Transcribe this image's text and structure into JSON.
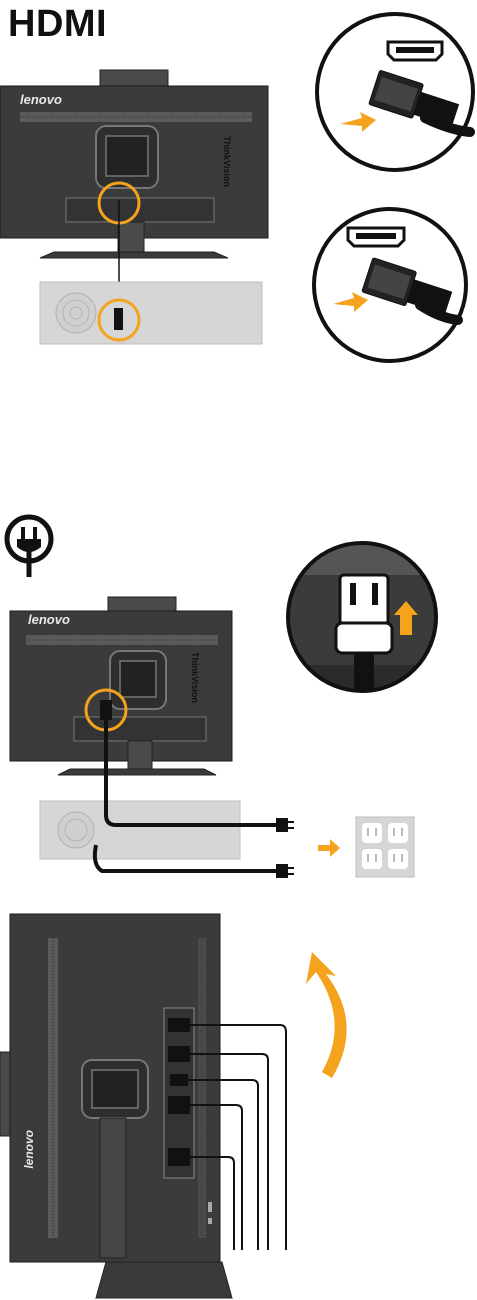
{
  "hdmi": {
    "title": "HDMI"
  },
  "monitor": {
    "brand": "lenovo",
    "model_mark": "ThinkVision"
  },
  "colors": {
    "highlight": "#f5a21c",
    "monitor_body": "#3b3b3b",
    "pc_box": "#d6d6d6"
  },
  "icons": {
    "power": "power-plug-icon",
    "arrow": "arrow-icon",
    "outlet": "power-outlet-icon"
  }
}
